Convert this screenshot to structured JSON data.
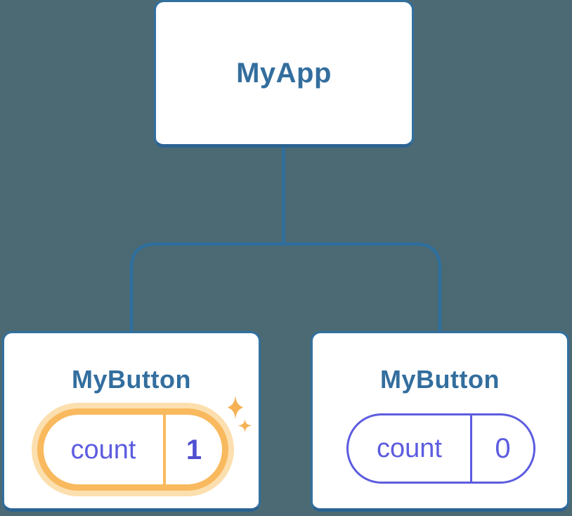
{
  "colors": {
    "background": "#4c6a74",
    "connector": "#2e6f9e",
    "card-bg": "#ffffff",
    "card-border": "#31709f",
    "card-border-bottom": "#2b6292",
    "title": "#336e9e",
    "indigo": "#5c5ce0",
    "indigo-dark": "#4f4fd0",
    "orange": "#f9b95e",
    "halo": "#fcdfae",
    "sparkle": "#f6b155"
  },
  "tree": {
    "root": {
      "title": "MyApp"
    },
    "children": [
      {
        "title": "MyButton",
        "highlighted": true,
        "state": {
          "label": "count",
          "value": "1"
        }
      },
      {
        "title": "MyButton",
        "highlighted": false,
        "state": {
          "label": "count",
          "value": "0"
        }
      }
    ]
  }
}
